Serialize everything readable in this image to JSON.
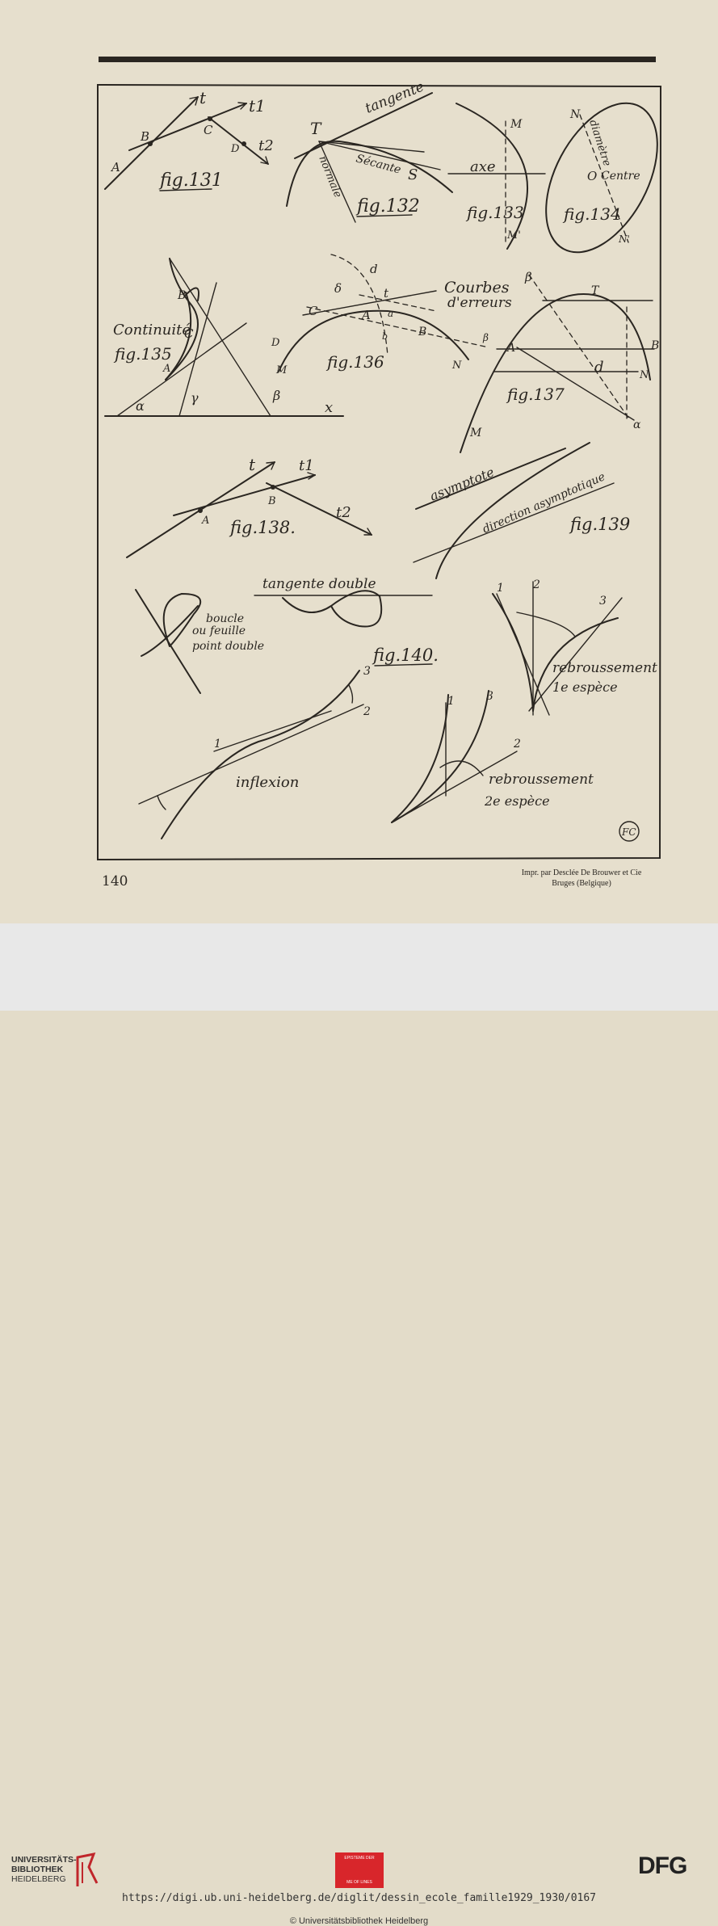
{
  "plate": {
    "page_number": "140",
    "printer_line1": "Impr. par Desclée De Brouwer et Cie",
    "printer_line2": "Bruges (Belgique)",
    "monogram": "FC",
    "fig131": {
      "caption": "fig.131",
      "labels": [
        "t",
        "t1",
        "t2",
        "A",
        "B",
        "C",
        "D"
      ]
    },
    "fig132": {
      "caption": "fig.132",
      "tangente": "tangente",
      "secante": "Sécante",
      "normale": "normale",
      "T": "T",
      "S": "S"
    },
    "fig133": {
      "caption": "fig.133",
      "axe": "axe",
      "M": "M",
      "M2": "M'"
    },
    "fig134": {
      "caption": "fig.134",
      "diametre": "diamètre",
      "centre": "Centre",
      "O": "O",
      "N": "N",
      "N2": "N'"
    },
    "fig135": {
      "caption": "fig.135",
      "continuite": "Continuité",
      "B": "B",
      "C": "C",
      "A": "A",
      "alpha": "α",
      "gamma": "γ",
      "beta": "β",
      "x": "x"
    },
    "fig136": {
      "caption": "fig.136",
      "courbes": "Courbes",
      "erreurs": "d'erreurs",
      "d": "d",
      "delta": "δ",
      "t": "t",
      "C": "C",
      "A": "A",
      "a": "a",
      "B": "B",
      "D": "D",
      "M": "M",
      "N": "N",
      "b": "b",
      "beta": "β"
    },
    "fig137": {
      "caption": "fig.137",
      "beta": "β",
      "T": "T",
      "A": "A",
      "B": "B",
      "d": "d",
      "N": "N",
      "M": "M",
      "alpha": "α"
    },
    "fig138": {
      "caption": "fig.138.",
      "t": "t",
      "t1": "t1",
      "t2": "t2",
      "A": "A",
      "B": "B"
    },
    "fig139": {
      "caption": "fig.139",
      "asymptote": "asymptote",
      "direction": "direction asymptotique"
    },
    "fig140": {
      "caption": "fig.140.",
      "tangente_double": "tangente double",
      "boucle": "boucle",
      "feuille": "ou feuille",
      "point_double": "point double",
      "inflexion": "inflexion",
      "rebroussement1": "rebroussement",
      "espece1": "1e espèce",
      "rebroussement2": "rebroussement",
      "espece2": "2e espèce"
    }
  },
  "footer": {
    "ub_line1": "UNIVERSITÄTS-",
    "ub_line2": "BIBLIOTHEK",
    "ub_line3": "HEIDELBERG",
    "center_logo_top": "EPISTEME DER",
    "center_logo_bottom": "ME OF LINES",
    "dfg": "DFG",
    "url": "https://digi.ub.uni-heidelberg.de/diglit/dessin_ecole_famille1929_1930/0167",
    "copyright": "© Universitätsbibliothek Heidelberg"
  }
}
